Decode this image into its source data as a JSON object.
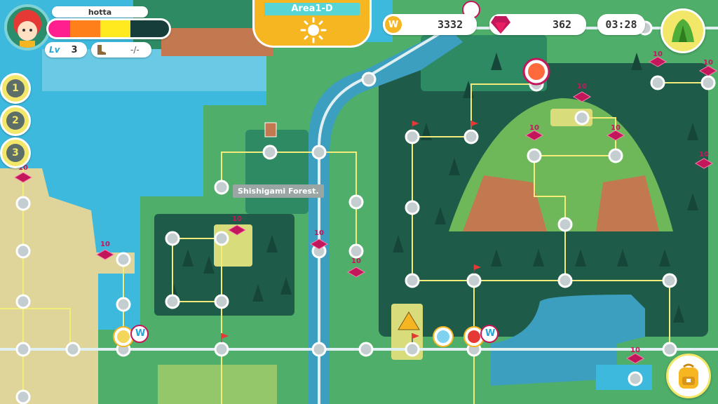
{
  "player": {
    "name": "hotta",
    "level_label": "Lv",
    "level": "3",
    "stamina": "-/-",
    "hp_colors": [
      "#ff1f8f",
      "#ff7f1a",
      "#ffea1f",
      "#163d39"
    ]
  },
  "area": {
    "title": "Area1-D",
    "weather": "sun-icon"
  },
  "currency": {
    "coins": "3332",
    "gems": "362",
    "coin_symbol": "W"
  },
  "timer": {
    "value": "03:28"
  },
  "map_pins": [
    "1",
    "2",
    "3"
  ],
  "location_label": "Shishigami Forest.",
  "gem_value": "10",
  "badge_symbol": "W",
  "colors": {
    "water": "#3db9de",
    "forest_dark": "#1f5b49",
    "forest": "#2e8a63",
    "grass": "#4fae6a",
    "path": "#f4ec7a",
    "road": "#ffffff",
    "gem": "#c2185b",
    "coin": "#f6b622"
  }
}
